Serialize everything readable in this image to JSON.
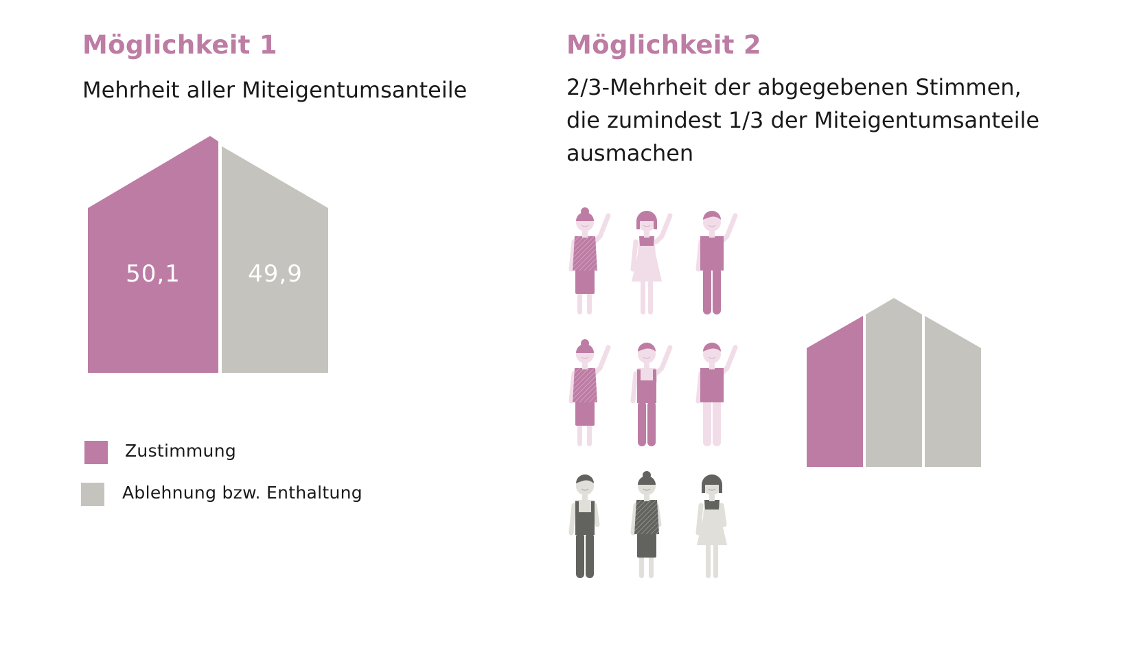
{
  "colors": {
    "approval": "#bd7ca4",
    "approval_light": "#f1dde8",
    "rejection": "#c4c3bd",
    "rejection_dark": "#62635e",
    "rejection_light": "#e0dfda",
    "heading": "#bd7ca4"
  },
  "option1": {
    "heading": "Möglichkeit 1",
    "subtitle": "Mehrheit aller Miteigentumsanteile",
    "house": {
      "approval_value": "50,1",
      "rejection_value": "49,9"
    }
  },
  "option2": {
    "heading": "Möglichkeit 2",
    "subtitle_lines": [
      "2/3-Mehrheit der abgegebenen Stimmen,",
      "die zumindest 1/3 der Miteigentumsanteile",
      "ausmachen"
    ],
    "figures": [
      {
        "type": "bun-girl",
        "vote": "approve",
        "raised": true,
        "icon": "person-bun-icon"
      },
      {
        "type": "dress-woman",
        "vote": "approve-light",
        "raised": true,
        "icon": "person-dress-icon"
      },
      {
        "type": "shirt-man",
        "vote": "approve",
        "raised": true,
        "icon": "person-shirt-icon"
      },
      {
        "type": "bun-girl",
        "vote": "approve",
        "raised": true,
        "icon": "person-bun-icon"
      },
      {
        "type": "overall-man",
        "vote": "approve",
        "raised": true,
        "icon": "person-overall-icon"
      },
      {
        "type": "shirt-man",
        "vote": "approve-mixed",
        "raised": true,
        "icon": "person-shirt-icon"
      },
      {
        "type": "overall-man",
        "vote": "reject",
        "raised": false,
        "icon": "person-overall-icon"
      },
      {
        "type": "bun-girl",
        "vote": "reject",
        "raised": false,
        "icon": "person-bun-icon"
      },
      {
        "type": "dress-woman",
        "vote": "reject-light",
        "raised": false,
        "icon": "person-dress-icon"
      }
    ],
    "house": {
      "segments": [
        "approve",
        "reject",
        "reject"
      ]
    }
  },
  "legend": {
    "items": [
      {
        "label": "Zustimmung",
        "key": "approval"
      },
      {
        "label": "Ablehnung bzw. Enthaltung",
        "key": "rejection"
      }
    ]
  }
}
